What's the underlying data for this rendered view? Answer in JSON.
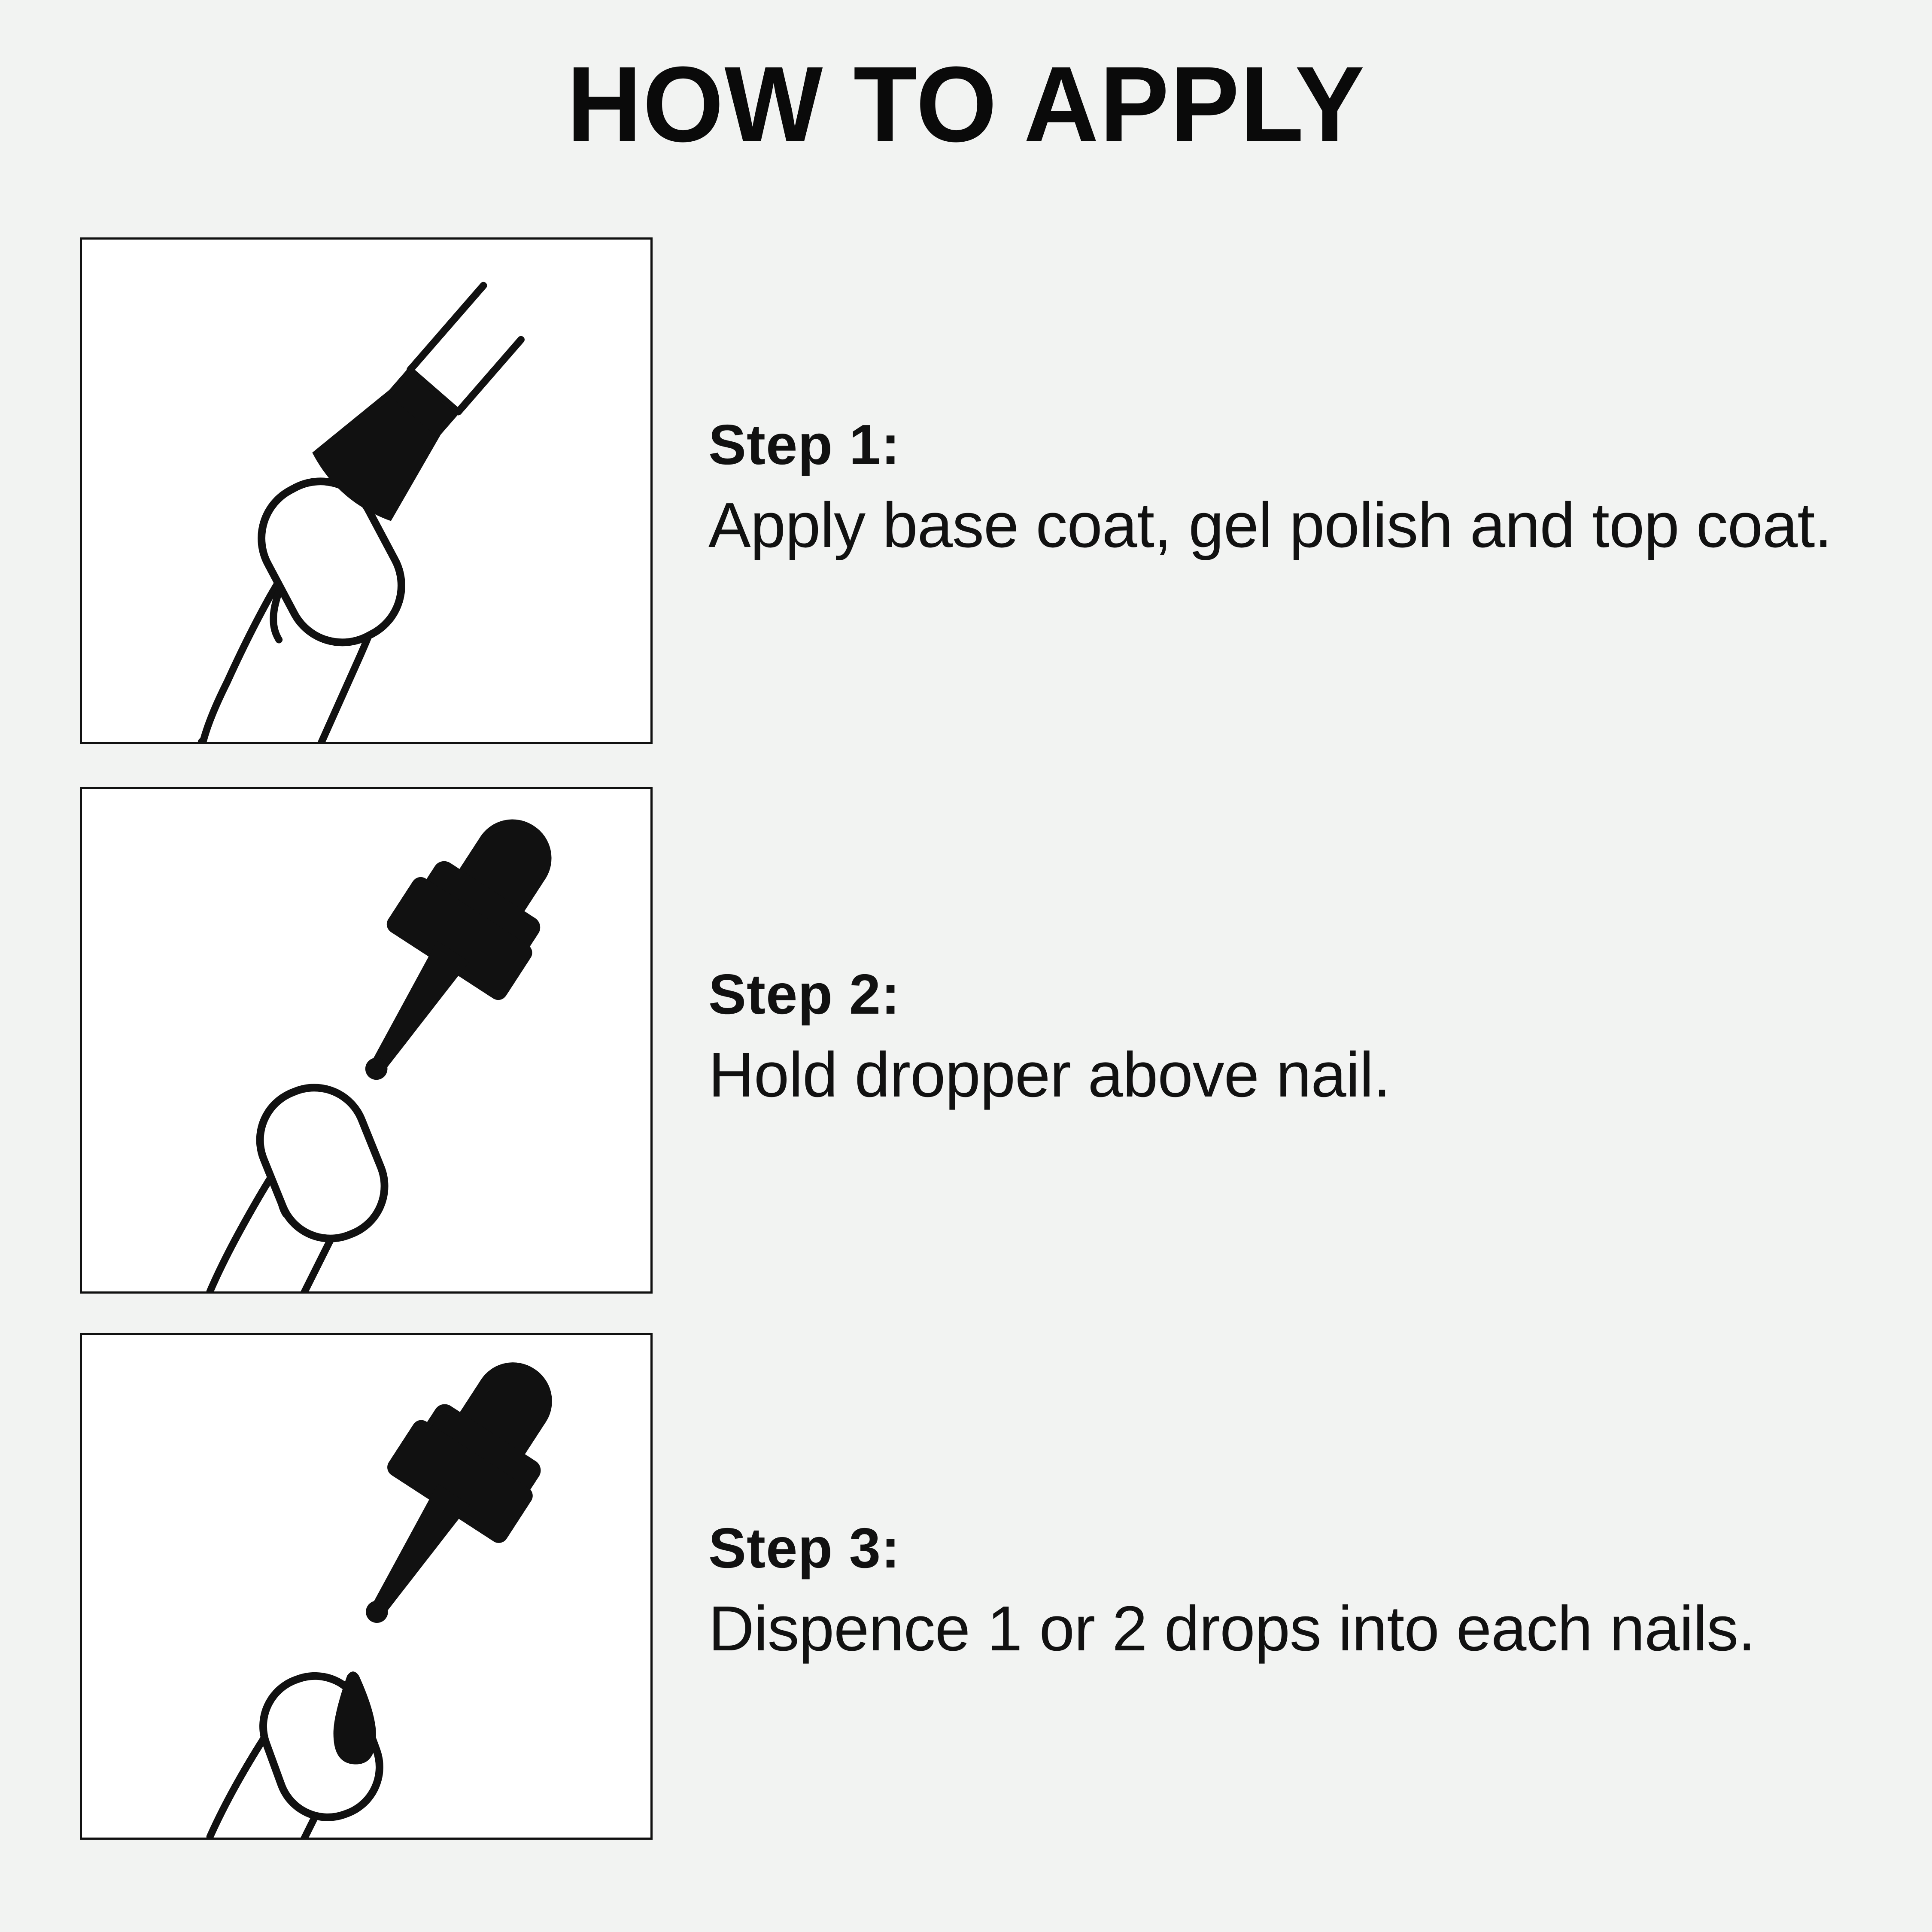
{
  "page": {
    "title": "HOW TO APPLY",
    "background_color": "#F2F3F2",
    "ink_color": "#111111",
    "panel_background": "#FFFFFF"
  },
  "steps": [
    {
      "label": "Step 1:",
      "body": "Apply base coat, gel polish and top coat.",
      "illustration": "nail-polish-brush-over-fingernail-icon"
    },
    {
      "label": "Step 2:",
      "body": "Hold dropper above nail.",
      "illustration": "dropper-above-fingernail-icon"
    },
    {
      "label": "Step 3:",
      "body": "Dispence 1 or 2 drops into each nails.",
      "illustration": "dropper-dispensing-drop-onto-fingernail-icon"
    }
  ]
}
